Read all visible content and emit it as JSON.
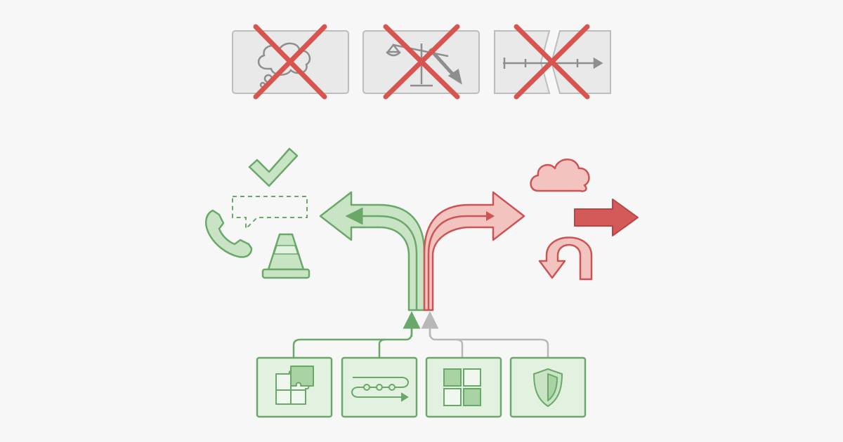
{
  "colors": {
    "background": "#f7f7f7",
    "green_stroke": "#6aa86a",
    "green_fill": "#c9e4c5",
    "green_panel": "#e3f1e0",
    "red_stroke": "#cc5454",
    "red_fill": "#f3c3c0",
    "red_dark": "#d45a5a",
    "gray_stroke": "#9e9e9e",
    "gray_panel": "#e9e9e9",
    "cross": "#d8544f"
  },
  "rejected_options": [
    {
      "name": "thought-cloud",
      "icon": "thought-cloud-icon"
    },
    {
      "name": "balance-scale",
      "icon": "tipped-scale-icon"
    },
    {
      "name": "broken-timeline",
      "icon": "timeline-icon"
    }
  ],
  "fork": {
    "left_path": "green",
    "right_path": "red"
  },
  "left_outcomes": [
    "check-icon",
    "dashed-speech-bubble-icon",
    "phone-icon",
    "traffic-cone-icon"
  ],
  "right_outcomes": [
    "cloud-icon",
    "right-arrow-icon",
    "u-turn-icon"
  ],
  "inputs": [
    {
      "name": "puzzle",
      "icon": "puzzle-icon",
      "active": true
    },
    {
      "name": "process",
      "icon": "process-flow-icon",
      "active": true
    },
    {
      "name": "grid",
      "icon": "grid-icon",
      "active": false
    },
    {
      "name": "shield",
      "icon": "shield-icon",
      "active": false
    }
  ]
}
